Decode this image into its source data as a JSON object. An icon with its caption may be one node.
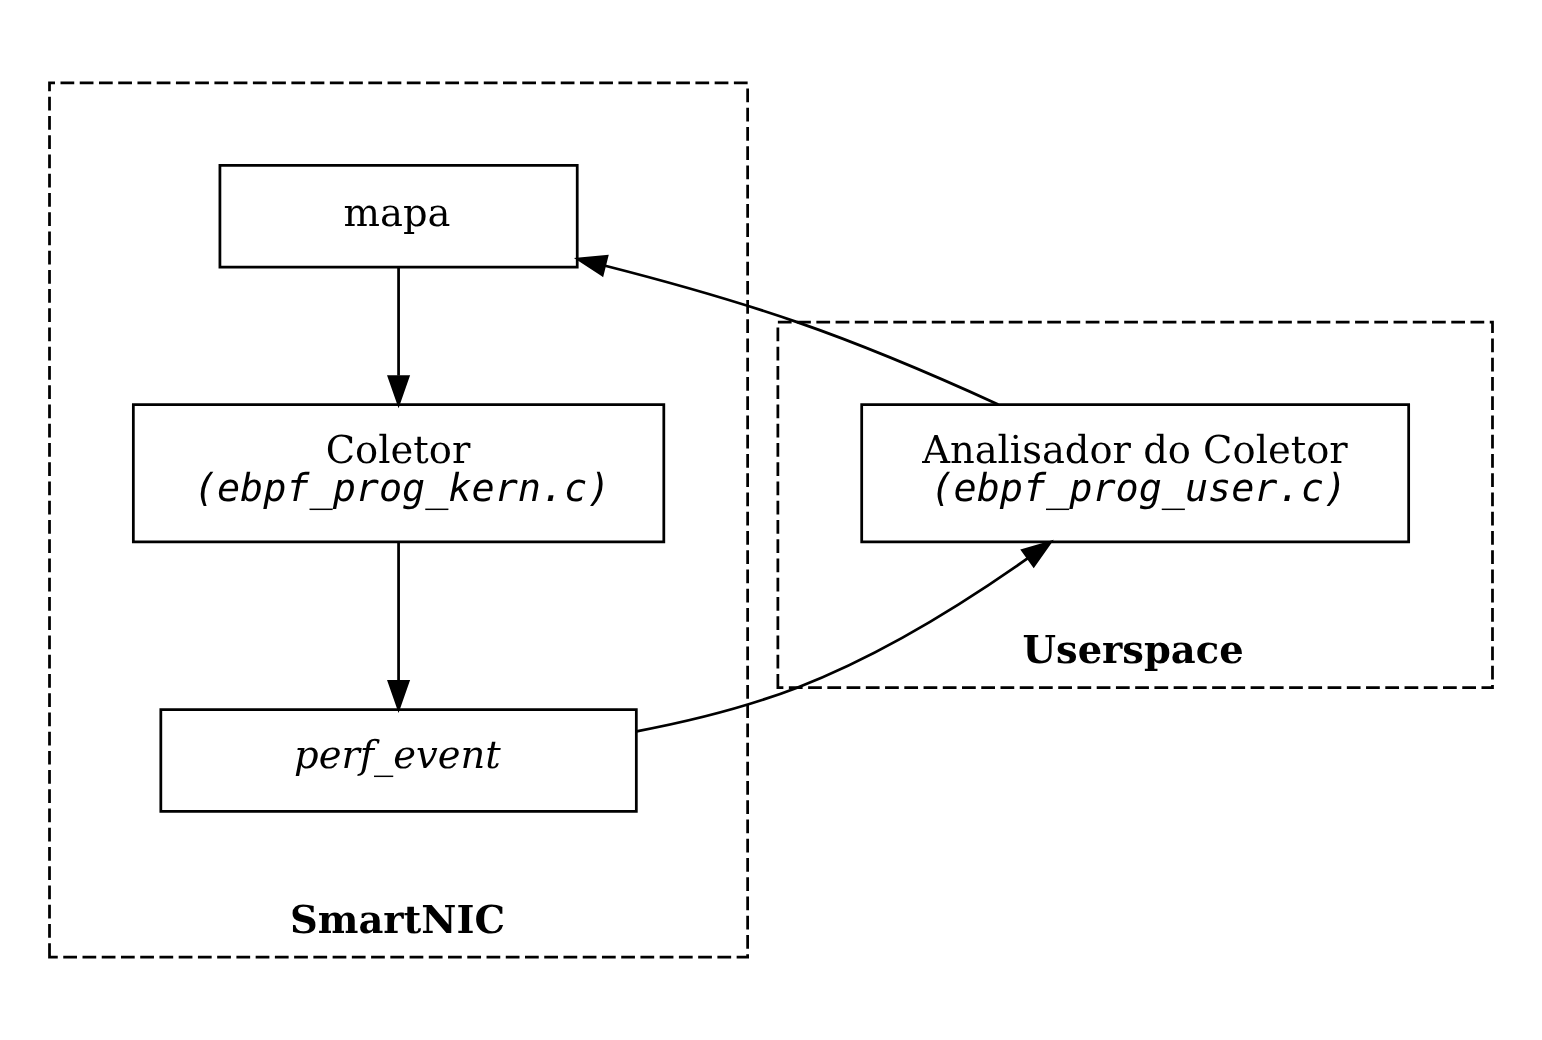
{
  "diagram": {
    "nodes": [
      {
        "text": [
          "Userspace"
        ]
      },
      {
        "text": [
          "Analisador do Coletor",
          "(ebpf_prog_user.c)"
        ],
        "in": 0
      },
      {
        "text": [
          "SmartNIC"
        ]
      },
      {
        "text": [
          "mapa"
        ],
        "in": 2
      },
      {
        "text": [
          "Coletor",
          "(ebpf_prog_kern.c)"
        ],
        "in": 2
      },
      {
        "text": [
          "perf_event"
        ],
        "in": 2
      }
    ],
    "edges": [
      {
        "from": 1,
        "to": 3,
        "arrow": "to"
      },
      {
        "from": 3,
        "to": 4,
        "arrow": "to"
      },
      {
        "from": 4,
        "to": 5,
        "arrow": "to"
      },
      {
        "from": 5,
        "to": 1,
        "arrow": "to"
      }
    ]
  }
}
